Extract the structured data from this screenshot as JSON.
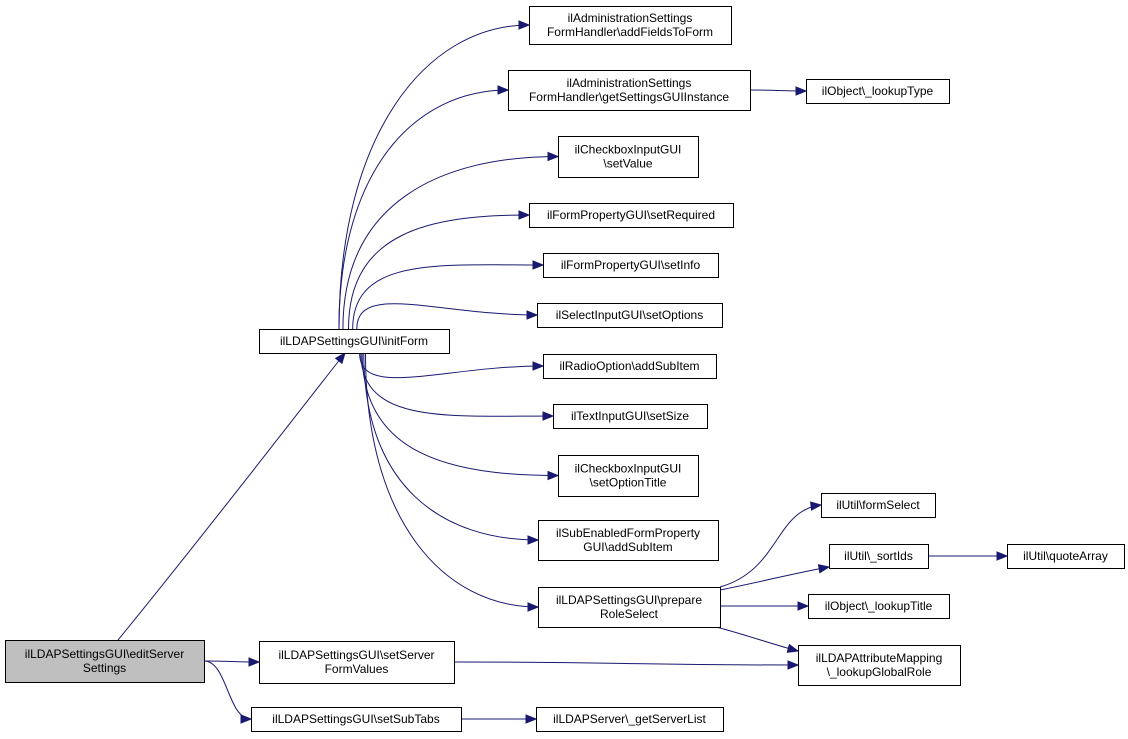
{
  "diagram": {
    "type": "call-graph",
    "colors": {
      "edge": "#191970",
      "root_fill": "#bfbfbf",
      "node_fill": "#ffffff",
      "node_border": "#000000"
    },
    "nodes": [
      {
        "id": "editServer",
        "lines": [
          "ilLDAPSettingsGUI\\editServer",
          "Settings"
        ],
        "highlighted": true
      },
      {
        "id": "initForm",
        "lines": [
          "ilLDAPSettingsGUI\\initForm"
        ]
      },
      {
        "id": "setServerFormValues",
        "lines": [
          "ilLDAPSettingsGUI\\setServer",
          "FormValues"
        ]
      },
      {
        "id": "setSubTabs",
        "lines": [
          "ilLDAPSettingsGUI\\setSubTabs"
        ]
      },
      {
        "id": "addFieldsToForm",
        "lines": [
          "ilAdministrationSettings",
          "FormHandler\\addFieldsToForm"
        ]
      },
      {
        "id": "getSettingsGUIInstance",
        "lines": [
          "ilAdministrationSettings",
          "FormHandler\\getSettingsGUIInstance"
        ]
      },
      {
        "id": "lookupType",
        "lines": [
          "ilObject\\_lookupType"
        ]
      },
      {
        "id": "cbSetValue",
        "lines": [
          "ilCheckboxInputGUI",
          "\\setValue"
        ]
      },
      {
        "id": "setRequired",
        "lines": [
          "ilFormPropertyGUI\\setRequired"
        ]
      },
      {
        "id": "setInfo",
        "lines": [
          "ilFormPropertyGUI\\setInfo"
        ]
      },
      {
        "id": "setOptions",
        "lines": [
          "ilSelectInputGUI\\setOptions"
        ]
      },
      {
        "id": "radioAddSubItem",
        "lines": [
          "ilRadioOption\\addSubItem"
        ]
      },
      {
        "id": "setSize",
        "lines": [
          "ilTextInputGUI\\setSize"
        ]
      },
      {
        "id": "setOptionTitle",
        "lines": [
          "ilCheckboxInputGUI",
          "\\setOptionTitle"
        ]
      },
      {
        "id": "subAddSubItem",
        "lines": [
          "ilSubEnabledFormProperty",
          "GUI\\addSubItem"
        ]
      },
      {
        "id": "prepareRoleSelect",
        "lines": [
          "ilLDAPSettingsGUI\\prepare",
          "RoleSelect"
        ]
      },
      {
        "id": "formSelect",
        "lines": [
          "ilUtil\\formSelect"
        ]
      },
      {
        "id": "sortIds",
        "lines": [
          "ilUtil\\_sortIds"
        ]
      },
      {
        "id": "quoteArray",
        "lines": [
          "ilUtil\\quoteArray"
        ]
      },
      {
        "id": "lookupTitle",
        "lines": [
          "ilObject\\_lookupTitle"
        ]
      },
      {
        "id": "lookupGlobalRole",
        "lines": [
          "ilLDAPAttributeMapping",
          "\\_lookupGlobalRole"
        ]
      },
      {
        "id": "getServerList",
        "lines": [
          "ilLDAPServer\\_getServerList"
        ]
      }
    ],
    "edges": [
      [
        "editServer",
        "initForm"
      ],
      [
        "editServer",
        "setServerFormValues"
      ],
      [
        "editServer",
        "setSubTabs"
      ],
      [
        "initForm",
        "addFieldsToForm"
      ],
      [
        "initForm",
        "getSettingsGUIInstance"
      ],
      [
        "initForm",
        "cbSetValue"
      ],
      [
        "initForm",
        "setRequired"
      ],
      [
        "initForm",
        "setInfo"
      ],
      [
        "initForm",
        "setOptions"
      ],
      [
        "initForm",
        "radioAddSubItem"
      ],
      [
        "initForm",
        "setSize"
      ],
      [
        "initForm",
        "setOptionTitle"
      ],
      [
        "initForm",
        "subAddSubItem"
      ],
      [
        "initForm",
        "prepareRoleSelect"
      ],
      [
        "getSettingsGUIInstance",
        "lookupType"
      ],
      [
        "prepareRoleSelect",
        "formSelect"
      ],
      [
        "prepareRoleSelect",
        "sortIds"
      ],
      [
        "prepareRoleSelect",
        "lookupTitle"
      ],
      [
        "prepareRoleSelect",
        "lookupGlobalRole"
      ],
      [
        "sortIds",
        "quoteArray"
      ],
      [
        "setServerFormValues",
        "lookupGlobalRole"
      ],
      [
        "setSubTabs",
        "getServerList"
      ]
    ]
  }
}
